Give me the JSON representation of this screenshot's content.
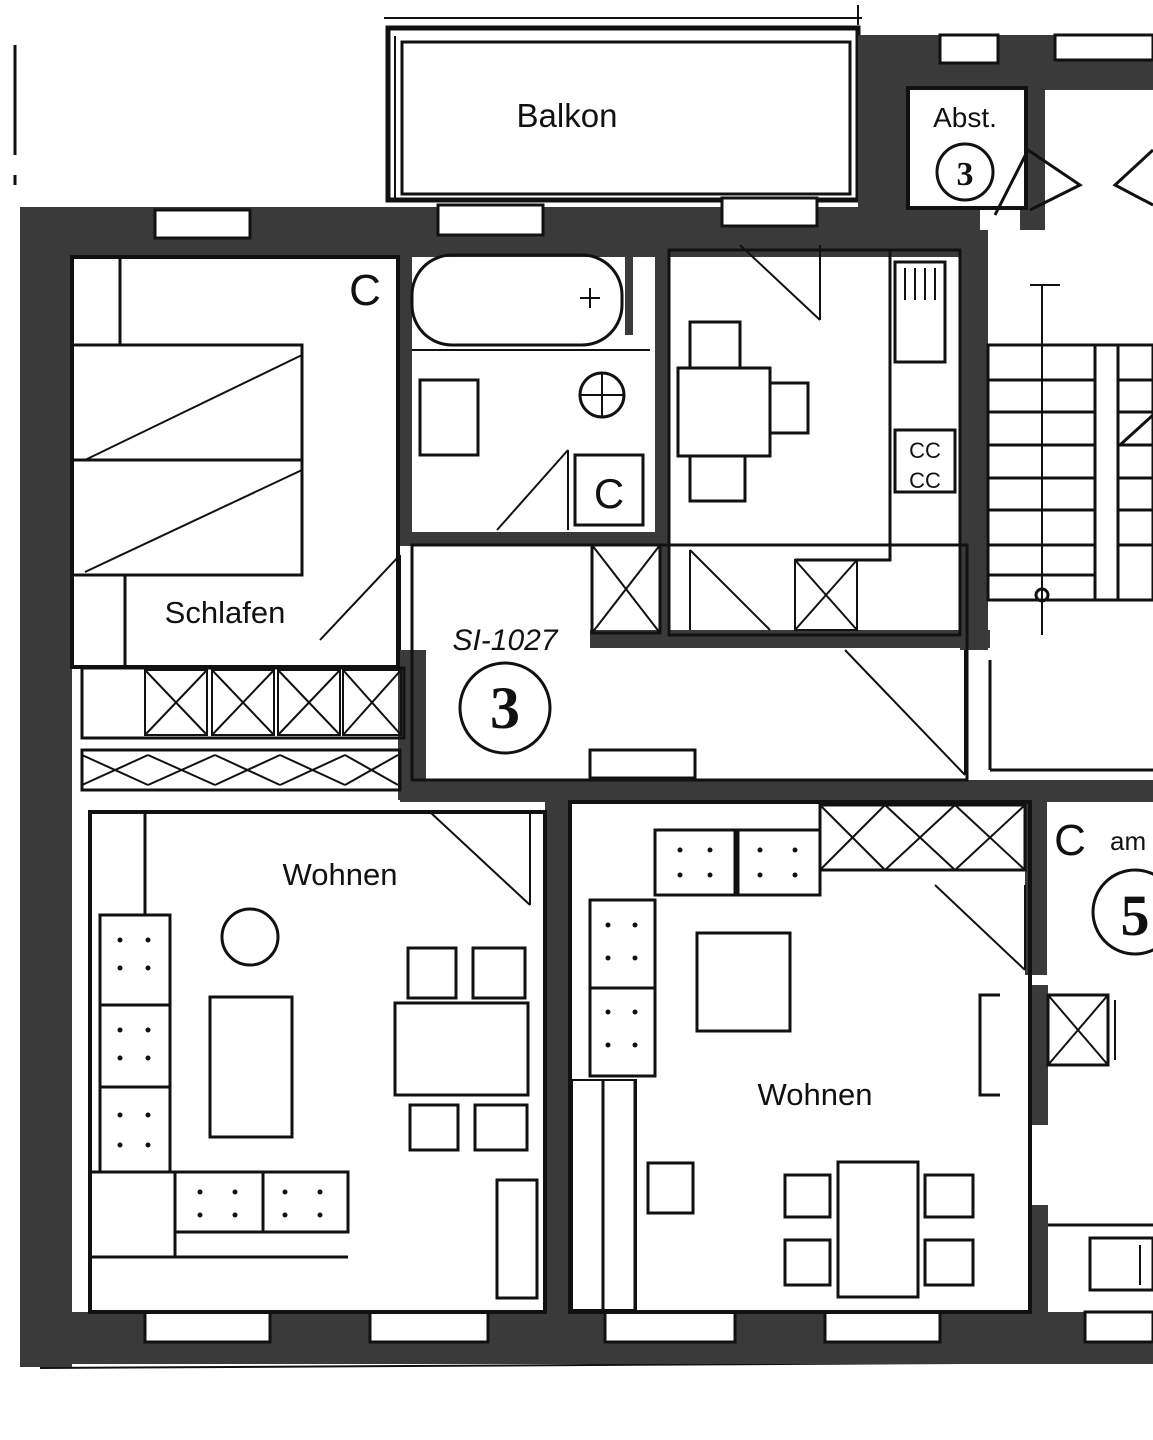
{
  "rooms": {
    "balkon": "Balkon",
    "abstell": "Abst.",
    "schlafen": "Schlafen",
    "wohnen_left": "Wohnen",
    "wohnen_right": "Wohnen"
  },
  "unit_markers": {
    "unit_main": "3",
    "unit_storage": "3",
    "unit_right": "5"
  },
  "annotations": {
    "handwritten": "SI-1027",
    "right_edge_fragment": "am"
  },
  "colors": {
    "wall": "#3a3a3a",
    "line": "#111111",
    "paper": "#ffffff"
  }
}
